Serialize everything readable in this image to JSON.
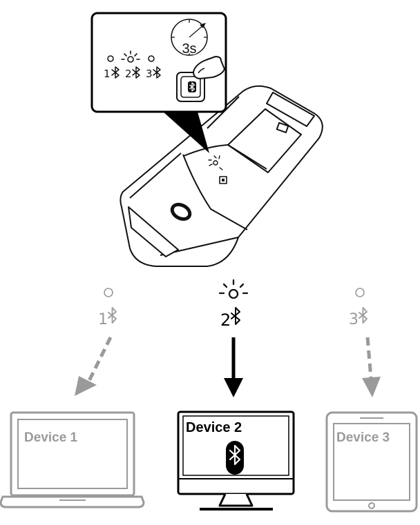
{
  "callout": {
    "timer_label": "3s",
    "channels": [
      "1",
      "2",
      "3"
    ]
  },
  "channels": [
    {
      "number": "1",
      "state": "off"
    },
    {
      "number": "2",
      "state": "active"
    },
    {
      "number": "3",
      "state": "off"
    }
  ],
  "devices": [
    {
      "label": "Device 1",
      "type": "laptop",
      "state": "inactive"
    },
    {
      "label": "Device 2",
      "type": "monitor",
      "state": "active"
    },
    {
      "label": "Device 3",
      "type": "tablet",
      "state": "inactive"
    }
  ],
  "icons": {
    "bluetooth": "bluetooth-icon",
    "led_off": "led-off-icon",
    "led_on": "led-blinking-icon",
    "timer": "timer-icon",
    "finger": "finger-press-icon"
  },
  "colors": {
    "active": "#000000",
    "inactive": "#9a9a9a"
  }
}
